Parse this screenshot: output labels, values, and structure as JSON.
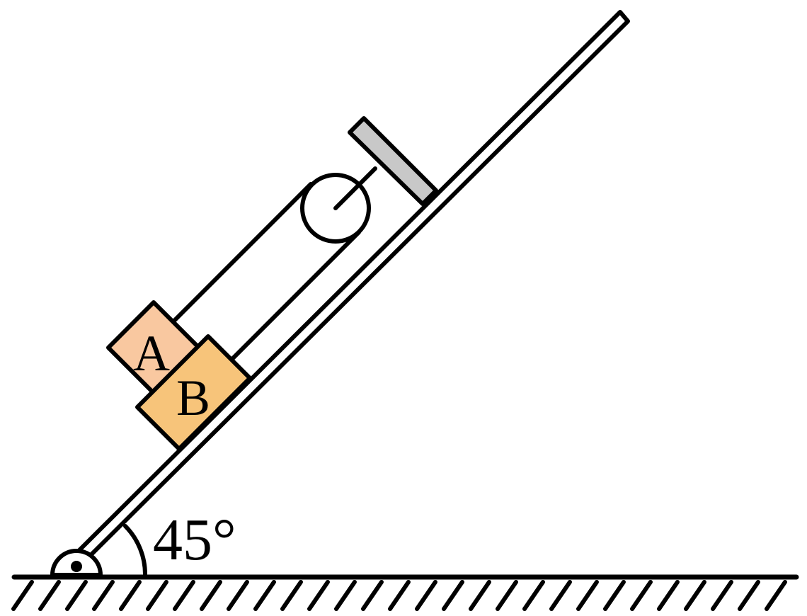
{
  "angle": {
    "label": "45°",
    "value_deg": 45
  },
  "blocks": [
    {
      "id": "A",
      "label": "A",
      "fill": "#f9c8a0"
    },
    {
      "id": "B",
      "label": "B",
      "fill": "#f7c47a"
    }
  ],
  "colors": {
    "stroke": "#000000",
    "stop_plate": "#c8c8c8",
    "background": "#ffffff"
  }
}
